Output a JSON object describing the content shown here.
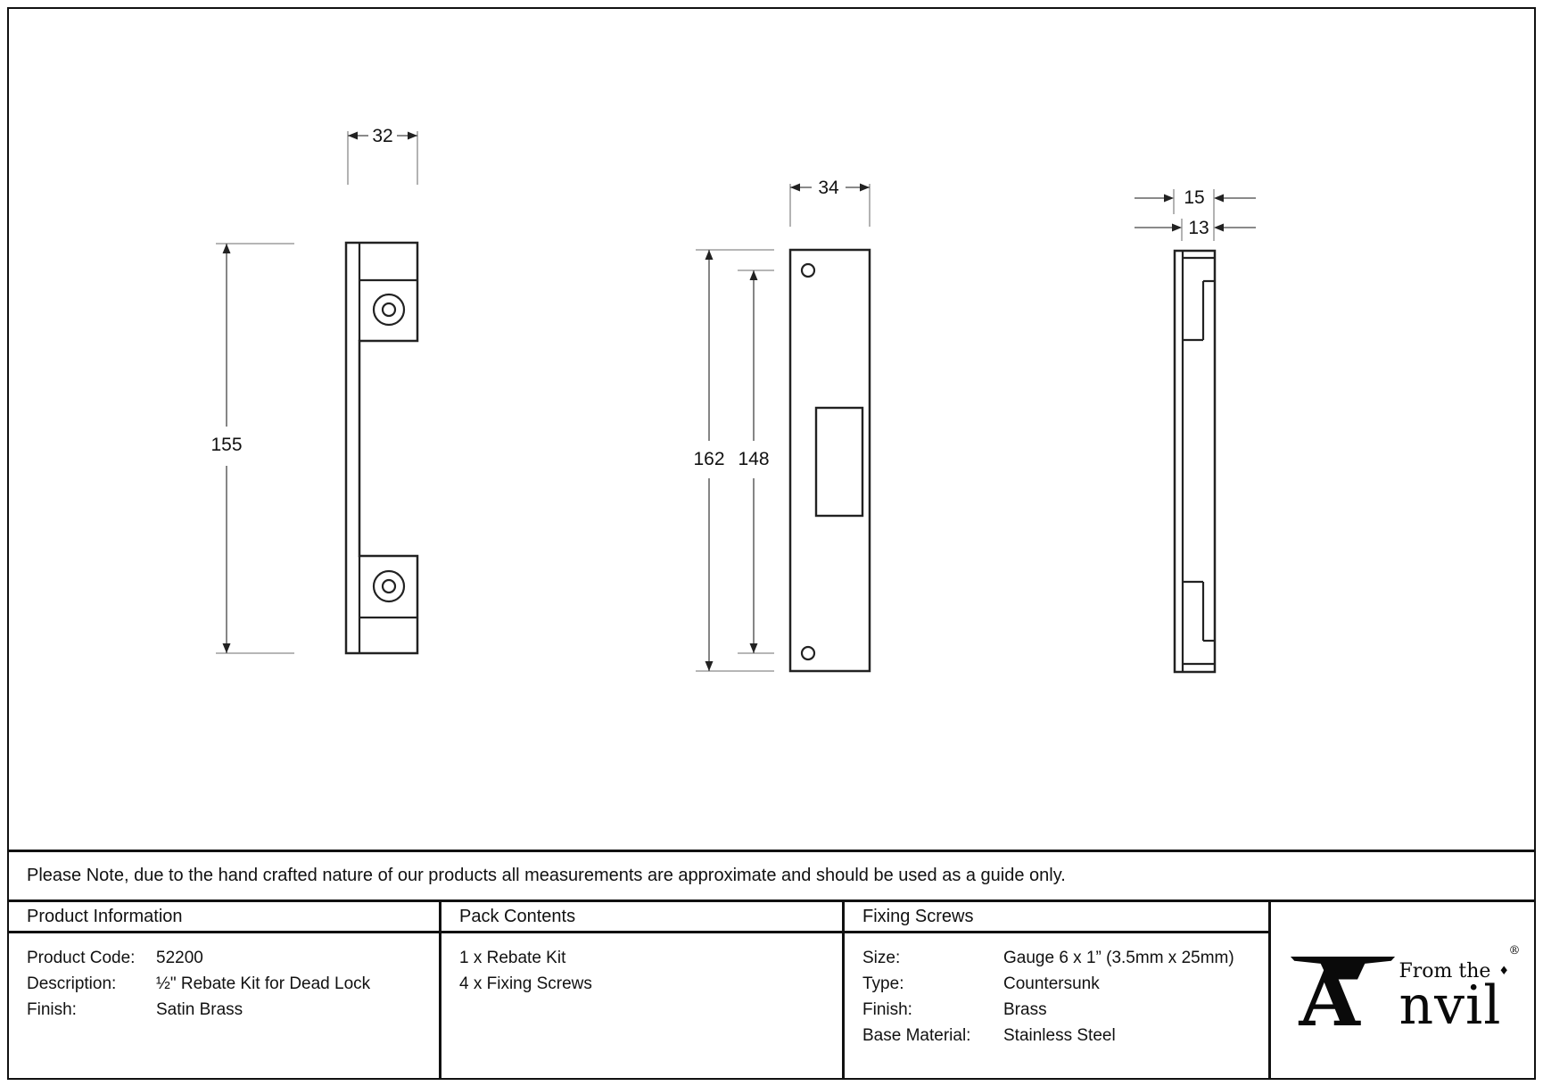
{
  "note": "Please Note, due to the hand crafted nature of our products all measurements are approximate and should be used as a guide only.",
  "drawing": {
    "front_view": {
      "width_label": "32",
      "height_label": "155"
    },
    "plate_view": {
      "width_label": "34",
      "outer_height_label": "162",
      "inner_height_label": "148"
    },
    "side_view": {
      "outer_thickness_label": "15",
      "inner_thickness_label": "13"
    }
  },
  "product_info": {
    "header": "Product Information",
    "rows": [
      {
        "label": "Product Code:",
        "value": "52200"
      },
      {
        "label": "Description:",
        "value": "½\" Rebate Kit for Dead Lock"
      },
      {
        "label": "Finish:",
        "value": "Satin Brass"
      }
    ]
  },
  "pack_contents": {
    "header": "Pack Contents",
    "items": [
      "1 x Rebate Kit",
      "4 x Fixing Screws"
    ]
  },
  "fixing_screws": {
    "header": "Fixing Screws",
    "rows": [
      {
        "label": "Size:",
        "value": "Gauge 6 x 1” (3.5mm x 25mm)"
      },
      {
        "label": "Type:",
        "value": "Countersunk"
      },
      {
        "label": "Finish:",
        "value": "Brass"
      },
      {
        "label": "Base Material:",
        "value": "Stainless Steel"
      }
    ]
  },
  "logo": {
    "prefix": "From the",
    "diamond": "♦",
    "brand_initial": "A",
    "brand_rest": "nvil",
    "registered": "®"
  },
  "colors": {
    "background": "#ffffff",
    "outline": "#222222",
    "dimension_line": "#555555",
    "extension_line": "#8a8a8a",
    "text": "#111111",
    "logo": "#0a0a0a"
  }
}
